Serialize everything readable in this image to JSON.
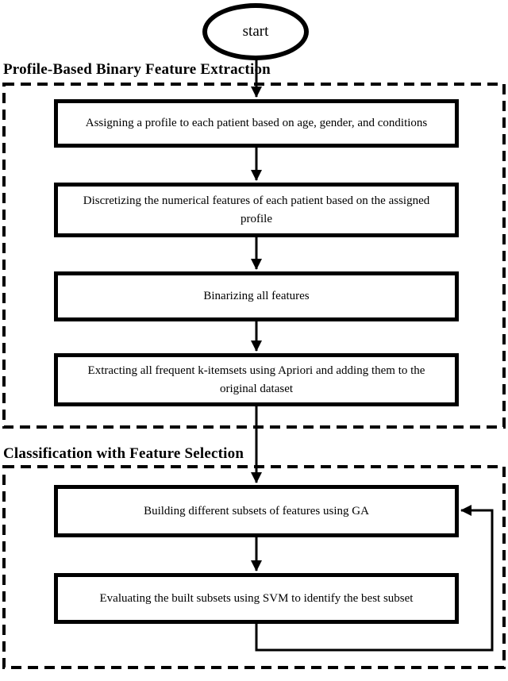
{
  "flowchart": {
    "start_label": "start",
    "sections": [
      {
        "title": "Profile-Based Binary Feature Extraction",
        "steps": [
          "Assigning a profile to each patient based on age, gender, and conditions",
          "Discretizing the numerical features of each patient based on the assigned profile",
          "Binarizing all features",
          "Extracting all frequent k-itemsets using Apriori and adding them to the original dataset"
        ]
      },
      {
        "title": "Classification with Feature Selection",
        "steps": [
          "Building different subsets of features using GA",
          "Evaluating the built subsets using SVM to identify the best subset"
        ]
      }
    ],
    "colors": {
      "line": "#000000",
      "background": "#ffffff"
    }
  }
}
